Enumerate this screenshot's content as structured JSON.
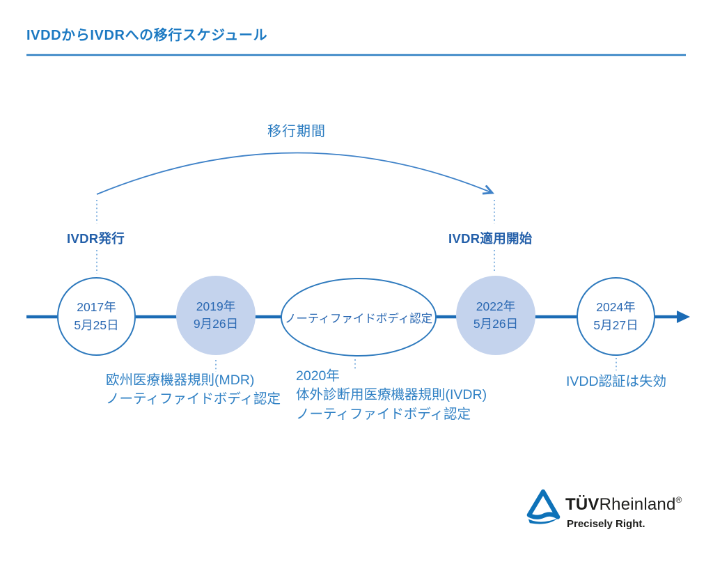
{
  "page": {
    "title": "IVDDからIVDRへの移行スケジュール"
  },
  "transition": {
    "label": "移行期間"
  },
  "milestones": {
    "publication": "IVDR発行",
    "application": "IVDR適用開始"
  },
  "timeline": {
    "nodes": [
      {
        "style": "outlined",
        "line1": "2017年",
        "line2": "5月25日"
      },
      {
        "style": "filled",
        "line1": "2019年",
        "line2": "9月26日"
      },
      {
        "style": "ellipse",
        "label": "ノーティファイドボディ認定"
      },
      {
        "style": "filled",
        "line1": "2022年",
        "line2": "5月26日"
      },
      {
        "style": "outlined",
        "line1": "2024年",
        "line2": "5月27日"
      }
    ]
  },
  "annotations": {
    "mdr": {
      "line1": "欧州医療機器規則(MDR)",
      "line2": "ノーティファイドボディ認定"
    },
    "ivdr2020": {
      "line1": "2020年",
      "line2": "体外診断用医療機器規則(IVDR)",
      "line3": "ノーティファイドボディ認定"
    },
    "ivdd_expiry": "IVDD認証は失効"
  },
  "logo": {
    "brand_bold": "TÜV",
    "brand_regular": "Rheinland",
    "registered_mark": "®",
    "tagline": "Precisely Right."
  },
  "colors": {
    "accent_blue": "#1b79c2",
    "timeline_blue": "#1b6bb5",
    "node_fill_light": "#c4d3ed",
    "node_border": "#2d79bd",
    "date_text_blue": "#2a68b2",
    "annotation_blue": "#2f80c4",
    "logo_blue": "#0e72b8"
  }
}
